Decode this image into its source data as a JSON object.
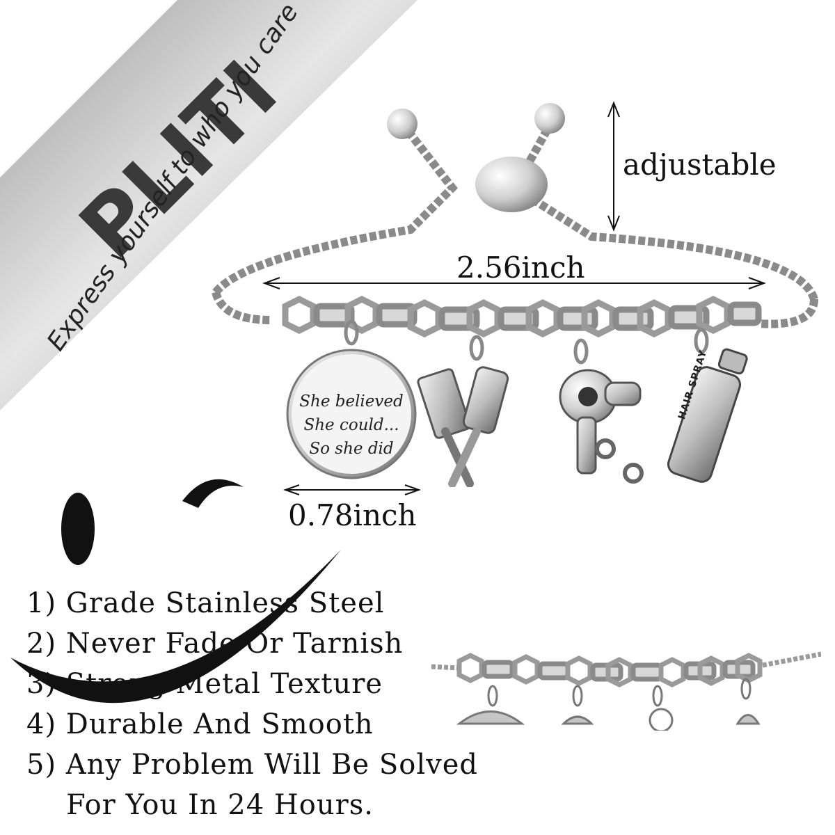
{
  "brand": {
    "name": "PLITI",
    "slogan": "Express yourself to who you care"
  },
  "dimensions": {
    "adjustable_label": "adjustable",
    "width_label": "2.56inch",
    "pendant_label": "0.78inch"
  },
  "pendant": {
    "line1": "She believed",
    "line2": "She could...",
    "line3": "So she did"
  },
  "spray_can_text": "HAIR SPRAY",
  "features": [
    "1) Grade Stainless Steel",
    "2) Never Fade Or Tarnish",
    "3) Strong Metal Texture",
    "4) Durable And Smooth",
    "5) Any Problem Will Be Solved",
    "For You In 24 Hours."
  ],
  "colors": {
    "banner": "#b8b8b8",
    "brand_text": "#3a3a3a",
    "silver": "#c9c9c9"
  }
}
